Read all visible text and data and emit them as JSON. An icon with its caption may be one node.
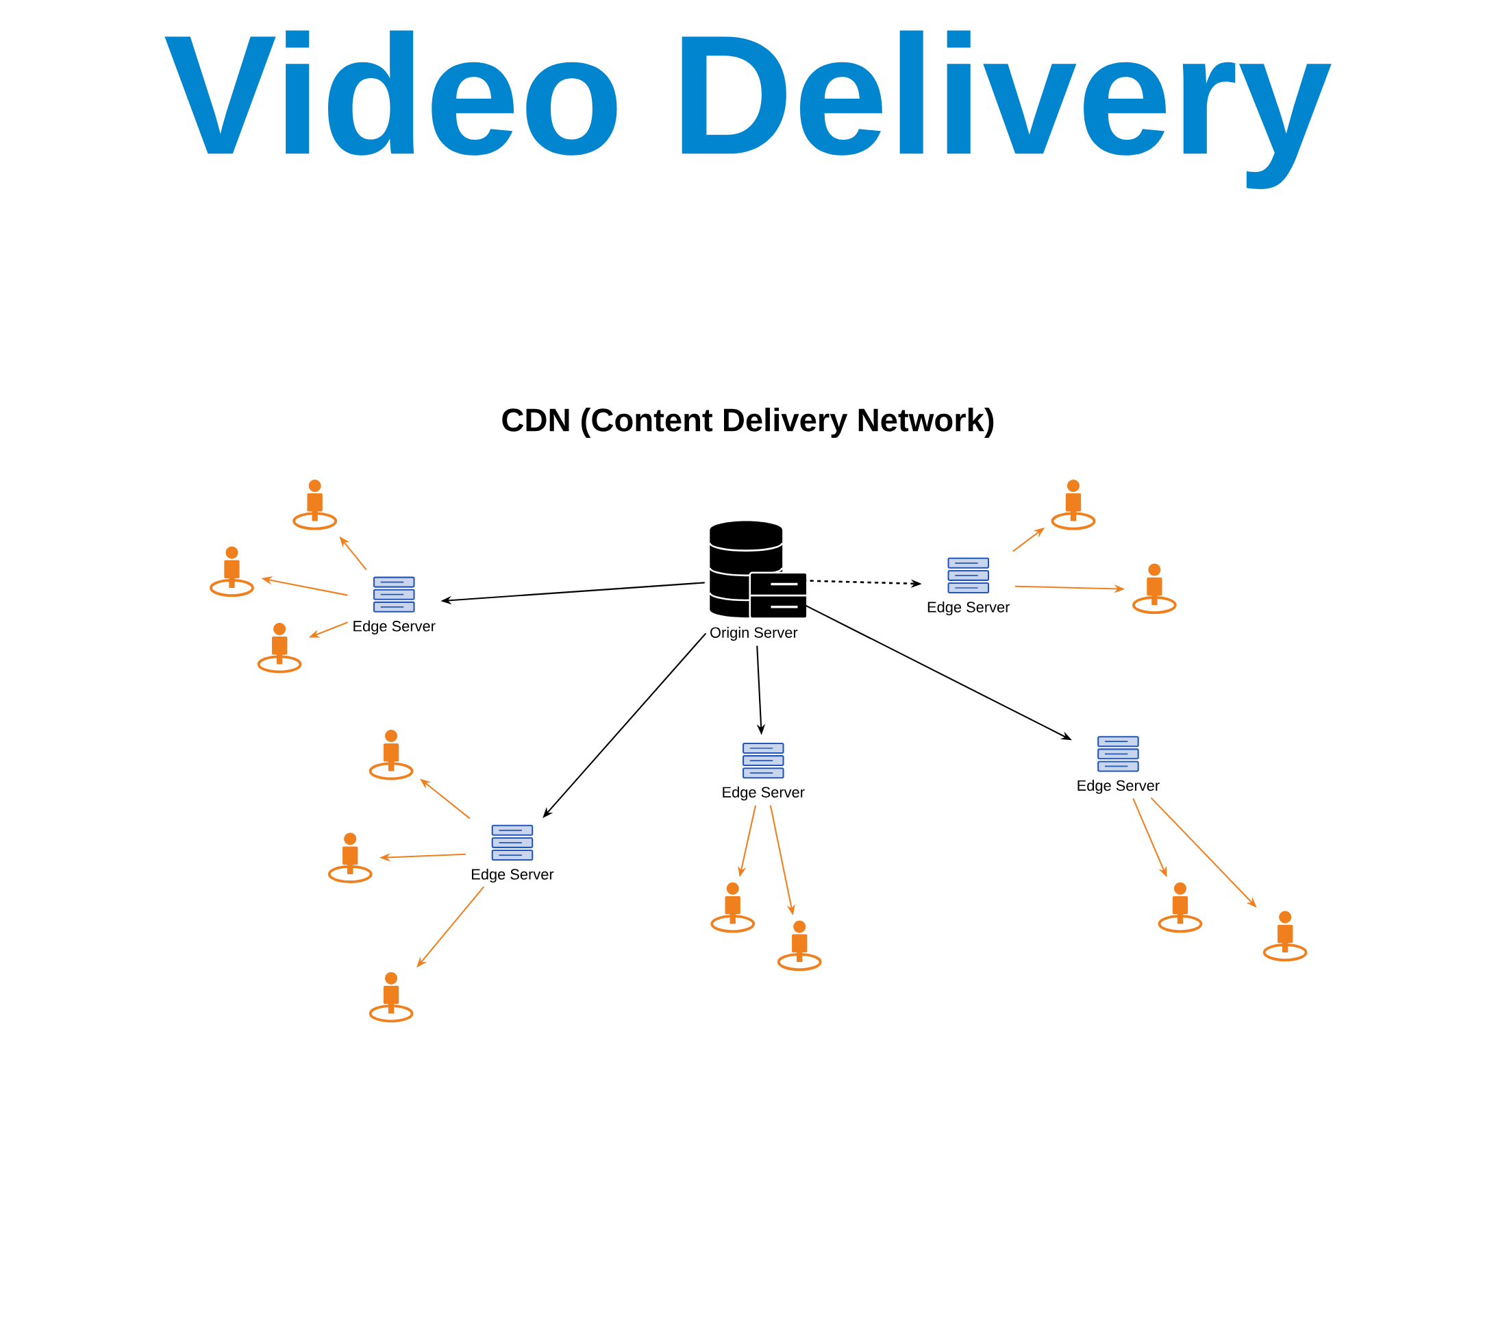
{
  "diagram": {
    "title": "Video Delivery",
    "nodes": [
      {
        "text": [],
        "shape": "person"
      },
      {
        "text": [],
        "shape": "person"
      },
      {
        "text": [
          "Origin Server"
        ]
      },
      {
        "text": [],
        "shape": "person"
      },
      {
        "text": [
          "Edge Server"
        ]
      },
      {
        "text": [],
        "shape": "person"
      },
      {
        "text": [
          "Edge Server"
        ]
      },
      {
        "text": [],
        "shape": "person"
      },
      {
        "text": [],
        "shape": "person"
      },
      {
        "text": [
          "Edge Server"
        ]
      },
      {
        "text": [
          "Edge Server"
        ]
      },
      {
        "text": [
          "Edge Server"
        ]
      },
      {
        "text": [],
        "shape": "person"
      },
      {
        "text": [],
        "shape": "person"
      },
      {
        "text": [],
        "shape": "person"
      },
      {
        "text": [],
        "shape": "person"
      },
      {
        "text": [],
        "shape": "person"
      },
      {
        "text": [],
        "shape": "person"
      }
    ],
    "edges": [
      {
        "from": 2,
        "to": 6,
        "arrow": "to",
        "color": "#000000"
      },
      {
        "from": 2,
        "to": 4,
        "arrow": "to",
        "style": "dashed",
        "color": "#000000"
      },
      {
        "from": 2,
        "to": 11,
        "arrow": "to",
        "color": "#000000"
      },
      {
        "from": 2,
        "to": 10,
        "arrow": "to",
        "color": "#000000"
      },
      {
        "from": 2,
        "to": 9,
        "arrow": "to",
        "color": "#000000"
      },
      {
        "from": 6,
        "to": 0,
        "arrow": "to"
      },
      {
        "from": 6,
        "to": 3,
        "arrow": "to"
      },
      {
        "from": 6,
        "to": 7,
        "arrow": "to"
      },
      {
        "from": 4,
        "to": 1,
        "arrow": "to"
      },
      {
        "from": 4,
        "to": 5,
        "arrow": "to"
      },
      {
        "from": 11,
        "to": 8,
        "arrow": "to"
      },
      {
        "from": 11,
        "to": 12,
        "arrow": "to"
      },
      {
        "from": 11,
        "to": 17,
        "arrow": "to"
      },
      {
        "from": 10,
        "to": 13,
        "arrow": "to"
      },
      {
        "from": 10,
        "to": 16,
        "arrow": "to"
      },
      {
        "from": 9,
        "to": 14,
        "arrow": "to"
      },
      {
        "from": 9,
        "to": 15,
        "arrow": "to"
      }
    ],
    "labels": [
      "CDN (Content Delivery Network)"
    ]
  }
}
